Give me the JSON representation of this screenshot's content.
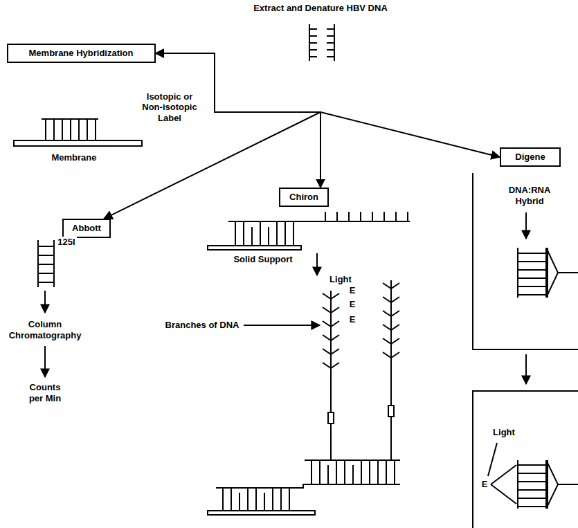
{
  "diagram": {
    "nodes": [
      {
        "text": [
          "Extract and Denature HBV DNA"
        ]
      },
      {
        "text": [
          "Membrane Hybridization"
        ]
      },
      {
        "text": [
          "Abbott"
        ]
      },
      {
        "text": [
          "Chiron"
        ]
      },
      {
        "text": [
          "Digene"
        ]
      }
    ],
    "edges": [
      {
        "from": 0,
        "to": 1,
        "arrow": "to",
        "label": "Isotopic or Non-isotopic Label"
      },
      {
        "from": 0,
        "to": 2,
        "arrow": "to"
      },
      {
        "from": 0,
        "to": 3,
        "arrow": "to"
      },
      {
        "from": 0,
        "to": 4,
        "arrow": "to"
      }
    ],
    "labels": [
      "Membrane",
      "125I",
      "Column Chromatography",
      "Counts per Min",
      "Solid Support",
      "Light",
      "E",
      "E",
      "E",
      "Branches of DNA",
      "DNA:RNA Hybrid",
      "Light",
      "E"
    ]
  }
}
